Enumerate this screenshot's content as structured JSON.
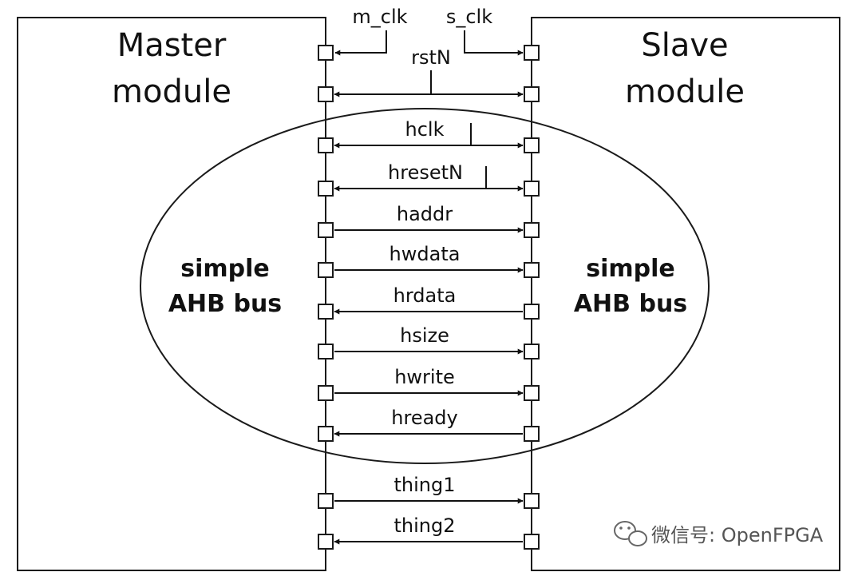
{
  "master": {
    "title_line1": "Master",
    "title_line2": "module"
  },
  "slave": {
    "title_line1": "Slave",
    "title_line2": "module"
  },
  "bus": {
    "left_line1": "simple",
    "left_line2": "AHB bus",
    "right_line1": "simple",
    "right_line2": "AHB bus"
  },
  "clocks": {
    "master_clock": "m_clk",
    "slave_clock": "s_clk"
  },
  "signals": [
    {
      "label": "rstN",
      "direction": "both"
    },
    {
      "label": "hclk",
      "direction": "both"
    },
    {
      "label": "hresetN",
      "direction": "both"
    },
    {
      "label": "haddr",
      "direction": "to_slave"
    },
    {
      "label": "hwdata",
      "direction": "to_slave"
    },
    {
      "label": "hrdata",
      "direction": "to_master"
    },
    {
      "label": "hsize",
      "direction": "to_slave"
    },
    {
      "label": "hwrite",
      "direction": "to_slave"
    },
    {
      "label": "hready",
      "direction": "to_master"
    },
    {
      "label": "thing1",
      "direction": "to_slave"
    },
    {
      "label": "thing2",
      "direction": "to_master"
    }
  ],
  "watermark": {
    "text": "微信号: OpenFPGA",
    "icon": "wechat-icon"
  },
  "colors": {
    "stroke": "#1a1a1a",
    "background": "#ffffff"
  }
}
